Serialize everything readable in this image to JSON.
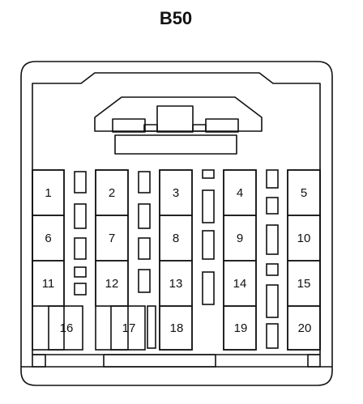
{
  "connector": {
    "title": "B50",
    "colors": {
      "stroke": "#111111",
      "fill": "#ffffff"
    },
    "pins": [
      {
        "label": "1"
      },
      {
        "label": "2"
      },
      {
        "label": "3"
      },
      {
        "label": "4"
      },
      {
        "label": "5"
      },
      {
        "label": "6"
      },
      {
        "label": "7"
      },
      {
        "label": "8"
      },
      {
        "label": "9"
      },
      {
        "label": "10"
      },
      {
        "label": "11"
      },
      {
        "label": "12"
      },
      {
        "label": "13"
      },
      {
        "label": "14"
      },
      {
        "label": "15"
      },
      {
        "label": "16"
      },
      {
        "label": "17"
      },
      {
        "label": "18"
      },
      {
        "label": "19"
      },
      {
        "label": "20"
      }
    ]
  }
}
